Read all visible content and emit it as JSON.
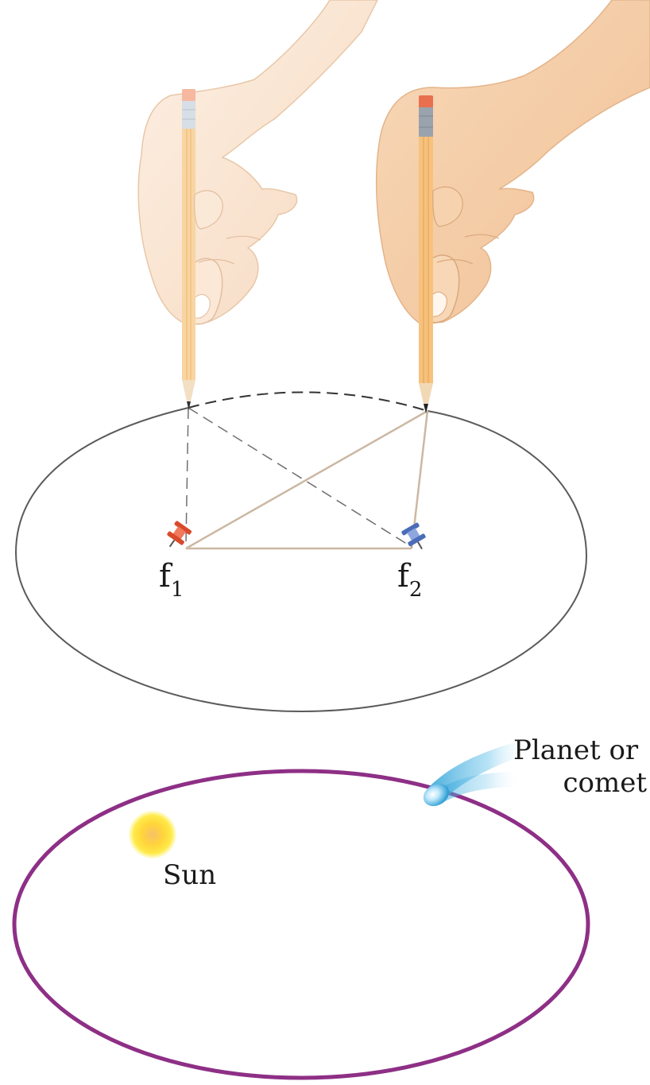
{
  "labels": {
    "focus1": {
      "main": "f",
      "sub": "1"
    },
    "focus2": {
      "main": "f",
      "sub": "2"
    },
    "object_line1": "Planet or",
    "object_line2": "comet",
    "sun": "Sun"
  },
  "colors": {
    "drawn_ellipse": "#5a5a5a",
    "string": "#cbb8a3",
    "dashed_string": "#6f6f6f",
    "orbit": "#8e2f86",
    "pin_red": "#e05a3a",
    "pin_blue": "#5a7cc4",
    "skin_light": "#f7dcc4",
    "skin_dark": "#f0c9a3",
    "pencil_body": "#f5c882",
    "sun": "#ffe033",
    "comet": "#35a7d8"
  },
  "icons": [
    "hand-left-icon",
    "hand-right-icon",
    "pencil-left-icon",
    "pencil-right-icon",
    "red-pushpin-icon",
    "blue-pushpin-icon",
    "sun-icon",
    "comet-icon"
  ]
}
